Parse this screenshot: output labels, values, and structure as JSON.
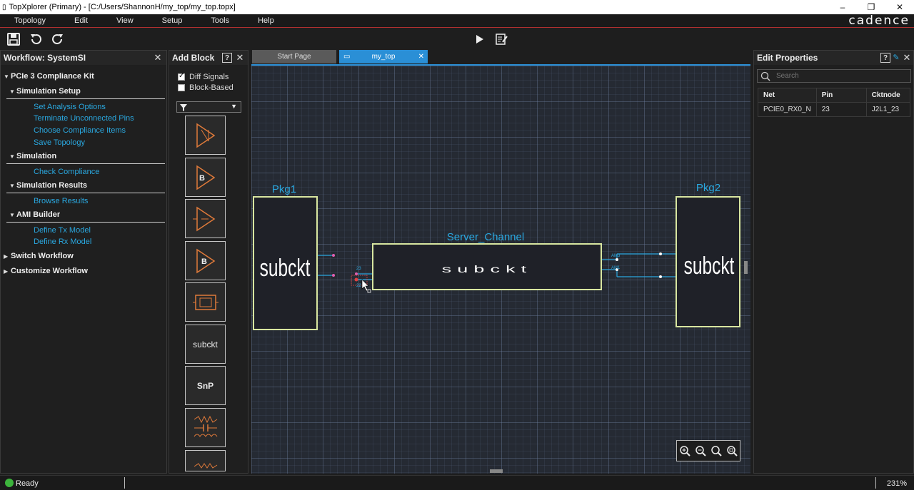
{
  "window": {
    "title": "TopXplorer (Primary) - [C:/Users/ShannonH/my_top/my_top.topx]"
  },
  "menu": [
    "Topology",
    "Edit",
    "View",
    "Setup",
    "Tools",
    "Help"
  ],
  "brand": "cadence",
  "workflow": {
    "title": "Workflow: SystemSI",
    "kit": "PCIe 3 Compliance Kit",
    "sections": [
      {
        "label": "Simulation Setup",
        "links": [
          "Set Analysis Options",
          "Terminate Unconnected Pins",
          "Choose Compliance Items",
          "Save Topology"
        ]
      },
      {
        "label": "Simulation",
        "links": [
          "Check Compliance"
        ]
      },
      {
        "label": "Simulation Results",
        "links": [
          "Browse Results"
        ]
      },
      {
        "label": "AMI Builder",
        "links": [
          "Define Tx Model",
          "Define Rx Model"
        ]
      }
    ],
    "extra": [
      "Switch Workflow",
      "Customize Workflow"
    ]
  },
  "addblock": {
    "title": "Add Block",
    "diff_signals": "Diff Signals",
    "diff_checked": true,
    "block_based": "Block-Based",
    "block_checked": false,
    "blocks": {
      "b_label": "B",
      "subckt": "subckt",
      "snp": "SnP"
    }
  },
  "tabs": [
    {
      "label": "Start Page"
    },
    {
      "label": "my_top"
    }
  ],
  "schematic": {
    "pkg1_label": "Pkg1",
    "pkg1_body": "subckt",
    "channel_label": "Server_Channel",
    "channel_body": "subckt",
    "pkg2_label": "Pkg2",
    "pkg2_body": "subckt",
    "pin_labels": [
      "23",
      "22",
      "AM3",
      "AM1"
    ]
  },
  "props": {
    "title": "Edit Properties",
    "search_placeholder": "Search",
    "columns": [
      "Net",
      "Pin",
      "Cktnode"
    ],
    "rows": [
      [
        "PCIE0_RX0_N",
        "23",
        "J2L1_23"
      ]
    ]
  },
  "status": {
    "text": "Ready",
    "zoom": "231%"
  },
  "colors": {
    "accent": "#2a8fd6",
    "block_border": "#d8e6a0",
    "label": "#2aa8e0",
    "menu_line": "#b03030"
  }
}
